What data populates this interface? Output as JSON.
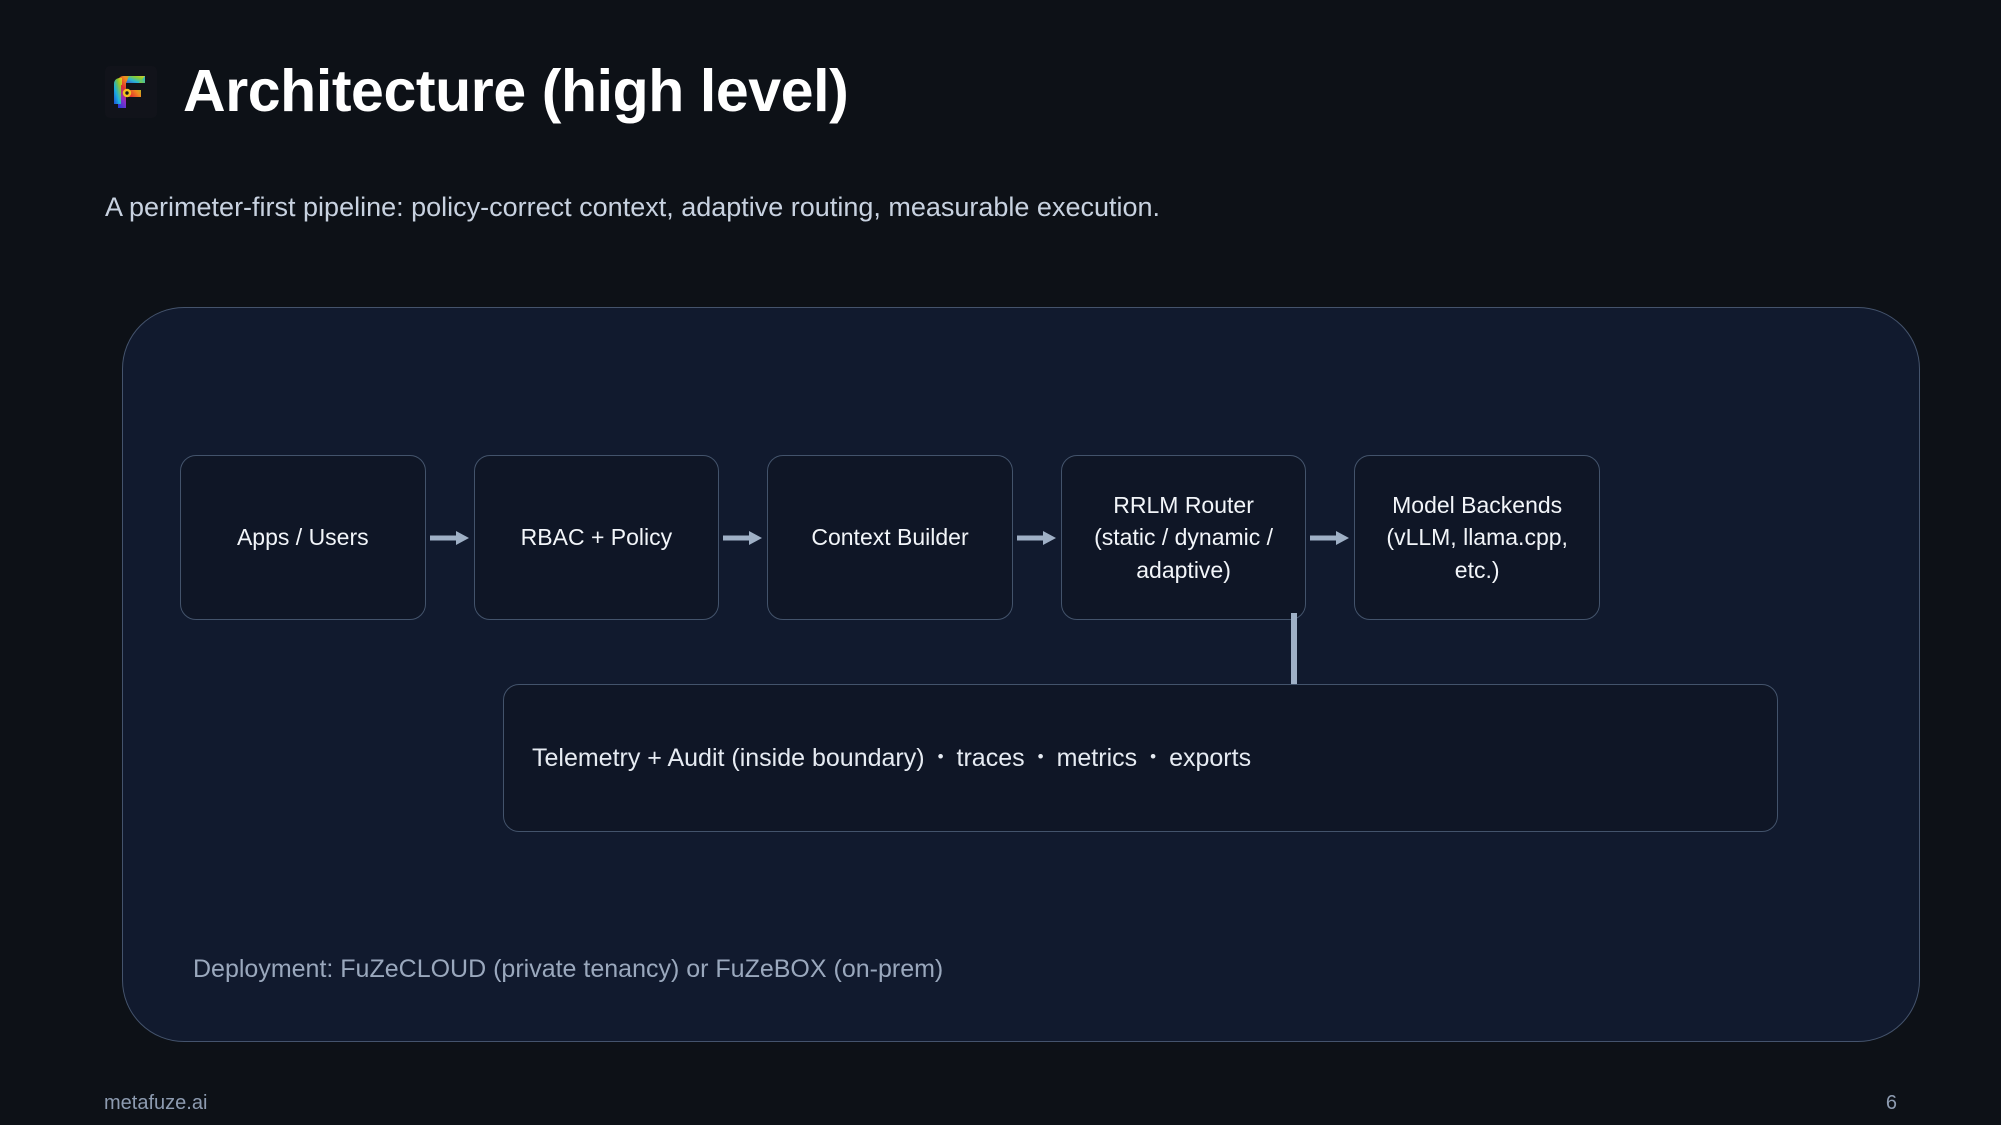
{
  "slide": {
    "title": "Architecture (high level)",
    "subtitle": "A perimeter-first pipeline: policy-correct context, adaptive routing, measurable execution.",
    "logo_icon": "metafuze-f-logo-icon",
    "page_number": "6",
    "footer_brand": "metafuze.ai"
  },
  "diagram": {
    "boundary_label": "trust-boundary-panel",
    "flow": [
      {
        "label": "Apps / Users",
        "lines": [
          "Apps / Users"
        ]
      },
      {
        "label": "RBAC + Policy",
        "lines": [
          "RBAC + Policy"
        ]
      },
      {
        "label": "Context Builder",
        "lines": [
          "Context Builder"
        ]
      },
      {
        "label": "RRLM Router (static / dynamic / adaptive)",
        "lines": [
          "RRLM Router",
          "(static / dynamic /",
          "adaptive)"
        ]
      },
      {
        "label": "Model Backends (vLLM, llama.cpp, etc.)",
        "lines": [
          "Model Backends",
          "(vLLM, llama.cpp, etc.)"
        ]
      }
    ],
    "arrow_icon": "arrow-right-icon",
    "down_arrow_icon": "arrow-down-icon",
    "telemetry": {
      "main": "Telemetry + Audit (inside boundary)",
      "bullet": "•",
      "items": [
        "traces",
        "metrics",
        "exports"
      ]
    },
    "deployment": "Deployment: FuZeCLOUD (private tenancy) or FuZeBOX (on-prem)"
  },
  "colors": {
    "page_background": "#0d1117",
    "boundary_fill": "#111a2e",
    "boundary_border": "#44536c",
    "box_fill": "#0f1626",
    "box_border": "#43536b",
    "arrow": "#9fb0c6",
    "title_text": "#ffffff",
    "body_text": "#c8d2e0",
    "muted_text": "#9aa8bd"
  }
}
